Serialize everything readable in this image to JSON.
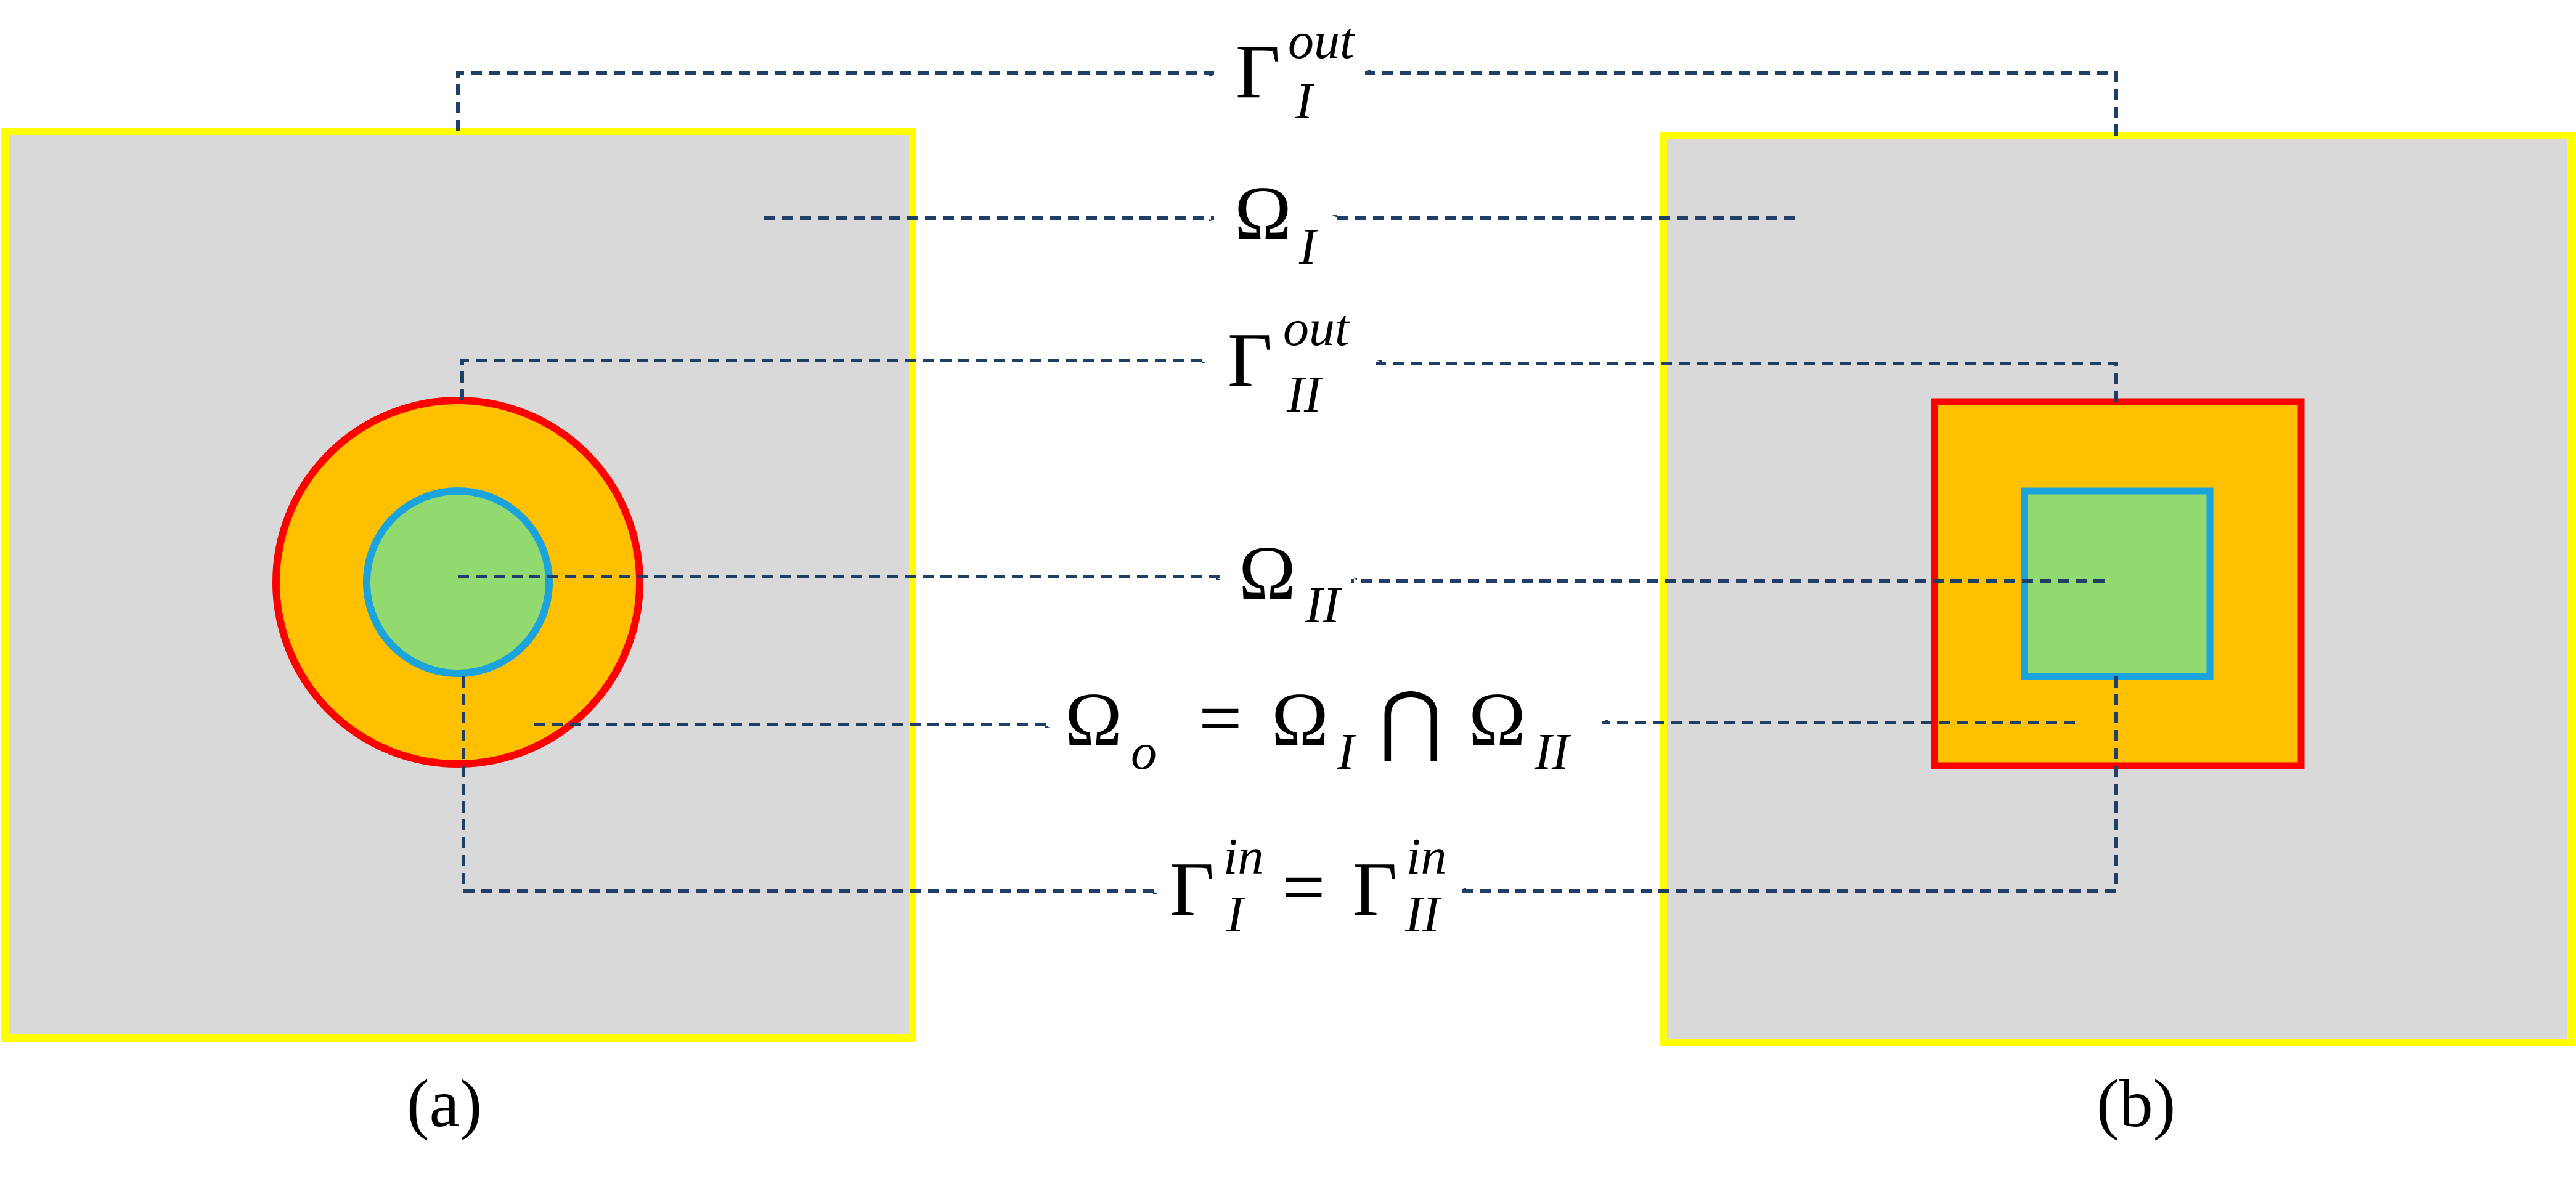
{
  "colors": {
    "outer_domain_fill": "#d9d9d9",
    "outer_boundary": "#ffff00",
    "overlap_fill": "#ffc000",
    "overlap_boundary": "#ff0000",
    "inner_fill": "#92d96f",
    "inner_boundary": "#1aa3dd",
    "connector": "#1f3f66"
  },
  "panels": {
    "a": {
      "caption": "(a)",
      "inner_shape": "circle"
    },
    "b": {
      "caption": "(b)",
      "inner_shape": "square"
    }
  },
  "labels": {
    "gamma_I_out": {
      "symbol": "Γ",
      "sub": "I",
      "sup": "out"
    },
    "omega_I": {
      "symbol": "Ω",
      "sub": "I"
    },
    "gamma_II_out": {
      "symbol": "Γ",
      "sub": "II",
      "sup": "out"
    },
    "omega_II": {
      "symbol": "Ω",
      "sub": "II"
    },
    "omega_o": {
      "lhs_symbol": "Ω",
      "lhs_sub": "o",
      "equals": "=",
      "a_symbol": "Ω",
      "a_sub": "I",
      "operator": "⋂",
      "b_symbol": "Ω",
      "b_sub": "II"
    },
    "gamma_in": {
      "lhs_symbol": "Γ",
      "lhs_sub": "I",
      "lhs_sup": "in",
      "equals": "=",
      "rhs_symbol": "Γ",
      "rhs_sub": "II",
      "rhs_sup": "in"
    }
  }
}
